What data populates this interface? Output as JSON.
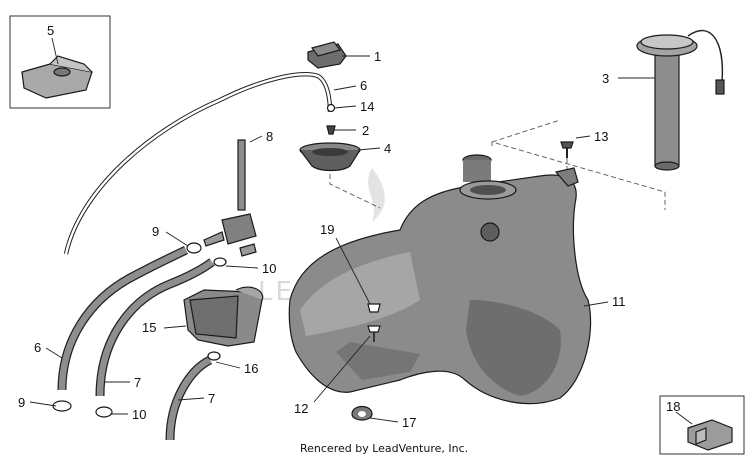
{
  "watermark": "LEADVENTURE",
  "credit": "Rencered by LeadVenture, Inc.",
  "callouts": [
    {
      "id": "fuel-cap",
      "label": "1"
    },
    {
      "id": "vent-valve",
      "label": "2"
    },
    {
      "id": "fuel-pump-sender",
      "label": "3"
    },
    {
      "id": "filler-gasket",
      "label": "4"
    },
    {
      "id": "clip-inset",
      "label": "5"
    },
    {
      "id": "breather-hose",
      "label": "6"
    },
    {
      "id": "hose-left",
      "label": "6"
    },
    {
      "id": "hose-mid",
      "label": "7"
    },
    {
      "id": "hose-lower",
      "label": "7"
    },
    {
      "id": "fuel-tap",
      "label": "8"
    },
    {
      "id": "hose-clamp-top",
      "label": "9"
    },
    {
      "id": "hose-clamp-bottom",
      "label": "9"
    },
    {
      "id": "spring-clip-top",
      "label": "10"
    },
    {
      "id": "spring-clip-bottom",
      "label": "10"
    },
    {
      "id": "fuel-tank",
      "label": "11"
    },
    {
      "id": "tank-bolt-lower",
      "label": "12"
    },
    {
      "id": "tank-bolt-rear",
      "label": "13"
    },
    {
      "id": "valve-clip",
      "label": "14"
    },
    {
      "id": "tap-bracket",
      "label": "15"
    },
    {
      "id": "hose-clip-16",
      "label": "16"
    },
    {
      "id": "cable-clamp",
      "label": "17"
    },
    {
      "id": "rubber-pad-inset",
      "label": "18"
    },
    {
      "id": "tank-bolt-upper",
      "label": "19"
    }
  ]
}
